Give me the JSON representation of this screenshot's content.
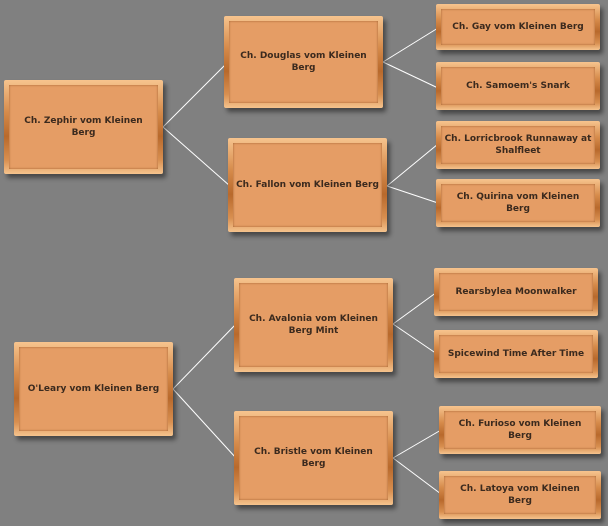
{
  "pedigrees": [
    {
      "root": "Ch. Zephir vom Kleinen Berg",
      "parents": [
        {
          "name": "Ch. Douglas vom Kleinen Berg",
          "children": [
            "Ch. Gay vom Kleinen Berg",
            "Ch. Samoem's Snark"
          ]
        },
        {
          "name": "Ch. Fallon vom Kleinen Berg",
          "children": [
            "Ch. Lorricbrook Runnaway at Shalfleet",
            "Ch. Quirina vom Kleinen Berg"
          ]
        }
      ]
    },
    {
      "root": "O'Leary vom Kleinen Berg",
      "parents": [
        {
          "name": "Ch. Avalonia vom Kleinen Berg Mint",
          "children": [
            "Rearsbylea Moonwalker",
            "Spicewind Time After Time"
          ]
        },
        {
          "name": "Ch. Bristle vom Kleinen Berg",
          "children": [
            "Ch. Furioso vom Kleinen Berg",
            "Ch. Latoya vom Kleinen Berg"
          ]
        }
      ]
    }
  ],
  "colors": {
    "background": "#808080",
    "box_fill": "#e59d65",
    "connector": "#ffffff",
    "text": "#3b2a1e"
  }
}
